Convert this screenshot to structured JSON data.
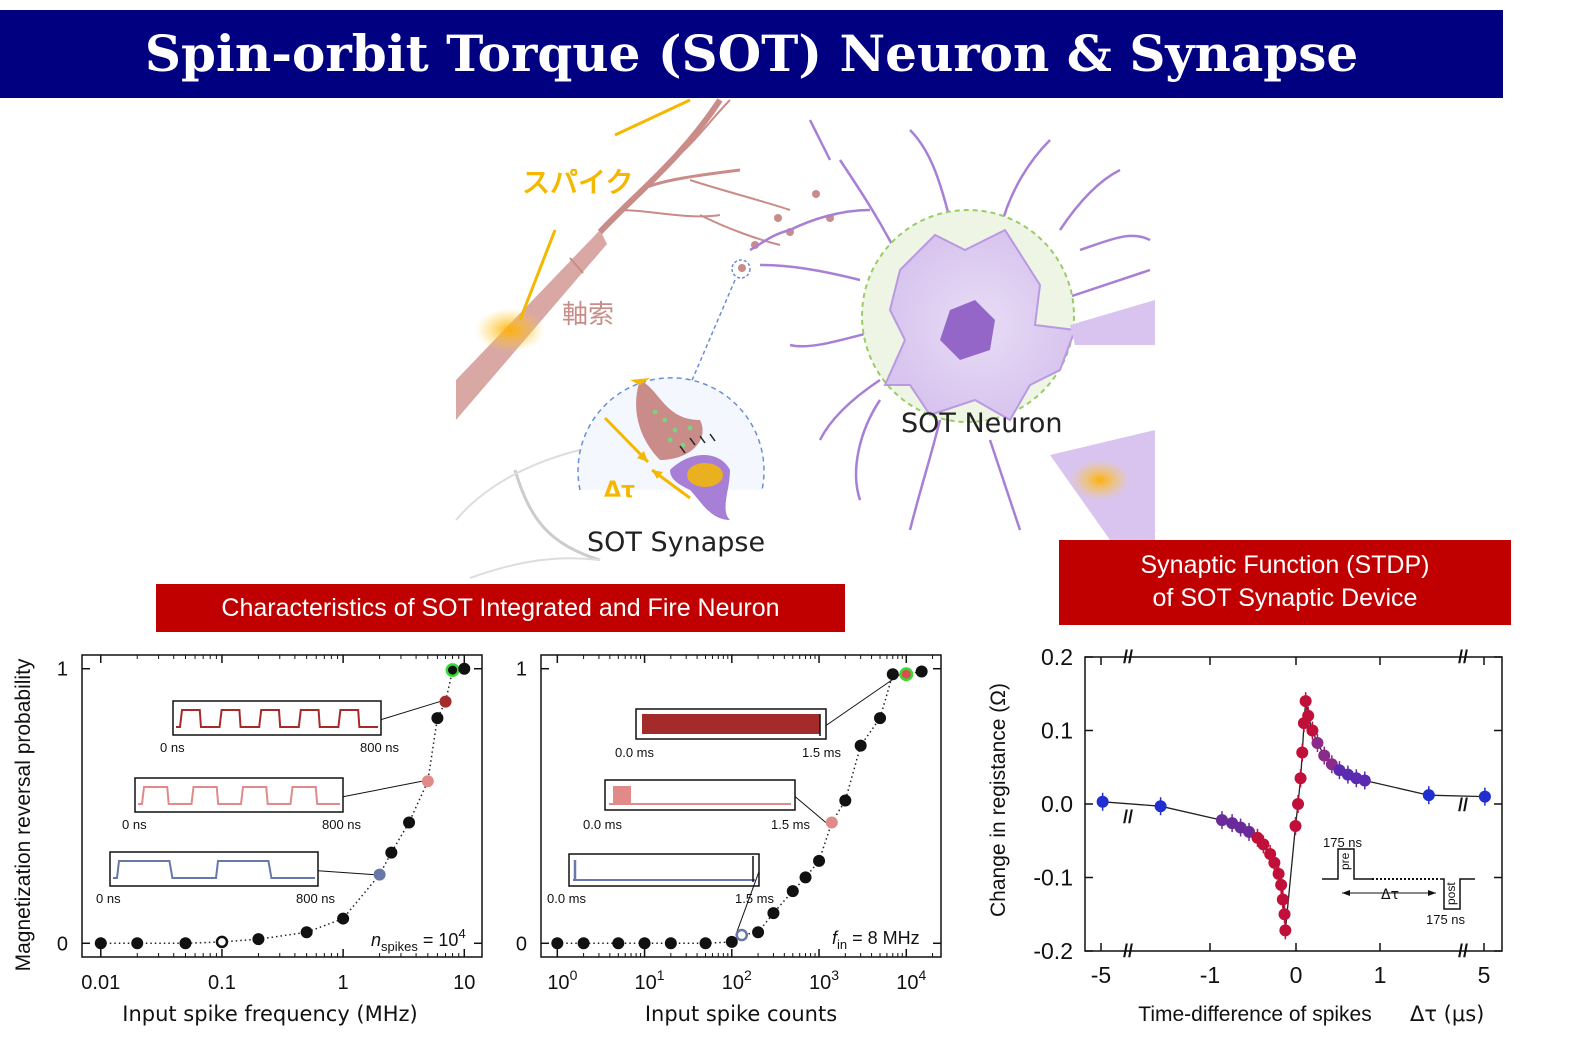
{
  "banner": {
    "title": "Spin-orbit Torque (SOT) Neuron & Synapse"
  },
  "illustration": {
    "spike_label": "スパイク",
    "axon_label": "軸索",
    "neuron_label": "SOT Neuron",
    "synapse_label": "SOT Synapse",
    "delta_tau_label": "Δτ"
  },
  "neuron_section": {
    "header": "Characteristics of SOT Integrated and Fire Neuron"
  },
  "synapse_section": {
    "header_line1": "Synaptic Function (STDP)",
    "header_line2": "of SOT Synaptic Device"
  },
  "colors": {
    "banner": "#000080",
    "header_red": "#c00000",
    "accent_orange": "#f5b800",
    "axon_pink": "#c98c88",
    "neuron_purple": "#a87fd6",
    "trace_dark_red": "#a52a2a",
    "trace_pink": "#e08a8a",
    "trace_blue": "#6878a8",
    "stdp_blue": "#1f2fd0",
    "stdp_red": "#c0103a"
  },
  "chart_data": [
    {
      "type": "scatter",
      "title": "",
      "xlabel": "Input spike frequency (MHz)",
      "ylabel": "Magnetization reversal probability",
      "xscale": "log",
      "xlim": [
        0.007,
        14
      ],
      "ylim": [
        -0.05,
        1.05
      ],
      "x_ticks": [
        "0.01",
        "0.1",
        "1",
        "10"
      ],
      "y_ticks": [
        "0",
        "1"
      ],
      "annotation": "= 10",
      "annotation_var": "n",
      "annotation_sub": "spikes",
      "annotation_sup": "4",
      "series": [
        {
          "values": [
            {
              "x": 0.01,
              "y": 0.0
            },
            {
              "x": 0.02,
              "y": 0.0
            },
            {
              "x": 0.05,
              "y": 0.0
            },
            {
              "x": 0.1,
              "y": 0.005,
              "open": true
            },
            {
              "x": 0.2,
              "y": 0.015
            },
            {
              "x": 0.5,
              "y": 0.04
            },
            {
              "x": 1.0,
              "y": 0.09
            },
            {
              "x": 2.0,
              "y": 0.25,
              "color": "#6878a8"
            },
            {
              "x": 2.5,
              "y": 0.33
            },
            {
              "x": 3.5,
              "y": 0.44
            },
            {
              "x": 5.0,
              "y": 0.59,
              "color": "#e08a8a"
            },
            {
              "x": 6.0,
              "y": 0.82
            },
            {
              "x": 7.0,
              "y": 0.88,
              "color": "#a52a2a"
            },
            {
              "x": 8.0,
              "y": 0.995,
              "ring": true
            },
            {
              "x": 10.0,
              "y": 1.0
            }
          ]
        }
      ],
      "insets": [
        {
          "start": "0 ns",
          "end": "800 ns",
          "color": "#a52a2a",
          "cycles": 5
        },
        {
          "start": "0 ns",
          "end": "800 ns",
          "color": "#e08a8a",
          "cycles": 4
        },
        {
          "start": "0 ns",
          "end": "800 ns",
          "color": "#6878a8",
          "cycles": 2
        }
      ]
    },
    {
      "type": "scatter",
      "title": "",
      "xlabel": "Input spike counts",
      "ylabel": "",
      "xscale": "log",
      "xlim": [
        0.65,
        25000
      ],
      "ylim": [
        -0.05,
        1.05
      ],
      "x_ticks": [
        "10^0",
        "10^1",
        "10^2",
        "10^3",
        "10^4"
      ],
      "y_ticks": [
        "0",
        "1"
      ],
      "annotation": "= 8 MHz",
      "annotation_var": "f",
      "annotation_sub": "in",
      "series": [
        {
          "values": [
            {
              "x": 1,
              "y": 0.0
            },
            {
              "x": 2,
              "y": 0.0
            },
            {
              "x": 5,
              "y": 0.0
            },
            {
              "x": 10,
              "y": 0.0
            },
            {
              "x": 20,
              "y": 0.0
            },
            {
              "x": 50,
              "y": 0.0
            },
            {
              "x": 100,
              "y": 0.005
            },
            {
              "x": 130,
              "y": 0.03,
              "open_blue": true
            },
            {
              "x": 200,
              "y": 0.04
            },
            {
              "x": 300,
              "y": 0.11
            },
            {
              "x": 500,
              "y": 0.19
            },
            {
              "x": 700,
              "y": 0.24
            },
            {
              "x": 1000,
              "y": 0.3
            },
            {
              "x": 1400,
              "y": 0.44,
              "color": "#e08a8a"
            },
            {
              "x": 2000,
              "y": 0.52
            },
            {
              "x": 3000,
              "y": 0.72
            },
            {
              "x": 5000,
              "y": 0.82
            },
            {
              "x": 7000,
              "y": 0.98
            },
            {
              "x": 10000,
              "y": 0.98,
              "ring_red": true
            },
            {
              "x": 15000,
              "y": 0.99
            }
          ]
        }
      ],
      "insets": [
        {
          "start": "0.0 ms",
          "end": "1.5 ms",
          "color": "#a52a2a",
          "type": "full"
        },
        {
          "start": "0.0 ms",
          "end": "1.5 ms",
          "color": "#e08a8a",
          "type": "short"
        },
        {
          "start": "0.0 ms",
          "end": "1.5 ms",
          "color": "#6878a8",
          "type": "spike"
        }
      ]
    },
    {
      "type": "scatter",
      "title": "",
      "xlabel": "Time-difference of spikes",
      "xlabel_symbol": "Δτ (μs)",
      "ylabel": "Change in registance (Ω)",
      "xscale": "broken",
      "xlim": [
        -6,
        6
      ],
      "ylim": [
        -0.2,
        0.2
      ],
      "x_ticks": [
        "-5",
        "-1",
        "0",
        "1",
        "5"
      ],
      "y_ticks": [
        "0.2",
        "0.1",
        "0.0",
        "-0.1",
        "-0.2"
      ],
      "series": [
        {
          "values": [
            {
              "x": -5.3,
              "y": 0.003
            },
            {
              "x": -3.0,
              "y": -0.003
            },
            {
              "x": -0.87,
              "y": -0.022
            },
            {
              "x": -0.75,
              "y": -0.026
            },
            {
              "x": -0.65,
              "y": -0.032
            },
            {
              "x": -0.55,
              "y": -0.038
            },
            {
              "x": -0.45,
              "y": -0.046
            },
            {
              "x": -0.38,
              "y": -0.055
            },
            {
              "x": -0.3,
              "y": -0.068
            },
            {
              "x": -0.25,
              "y": -0.08
            },
            {
              "x": -0.2,
              "y": -0.095
            },
            {
              "x": -0.17,
              "y": -0.11
            },
            {
              "x": -0.15,
              "y": -0.13
            },
            {
              "x": -0.13,
              "y": -0.15
            },
            {
              "x": -0.12,
              "y": -0.172
            },
            {
              "x": 0.0,
              "y": -0.03
            },
            {
              "x": 0.03,
              "y": 0.0
            },
            {
              "x": 0.06,
              "y": 0.035
            },
            {
              "x": 0.08,
              "y": 0.07
            },
            {
              "x": 0.1,
              "y": 0.11
            },
            {
              "x": 0.12,
              "y": 0.14
            },
            {
              "x": 0.15,
              "y": 0.12
            },
            {
              "x": 0.2,
              "y": 0.1
            },
            {
              "x": 0.26,
              "y": 0.083
            },
            {
              "x": 0.34,
              "y": 0.066
            },
            {
              "x": 0.43,
              "y": 0.054
            },
            {
              "x": 0.52,
              "y": 0.046
            },
            {
              "x": 0.62,
              "y": 0.04
            },
            {
              "x": 0.72,
              "y": 0.035
            },
            {
              "x": 0.82,
              "y": 0.032
            },
            {
              "x": 3.0,
              "y": 0.012
            },
            {
              "x": 5.3,
              "y": 0.01
            }
          ]
        }
      ],
      "inset": {
        "pre_label": "pre",
        "post_label": "post",
        "width_top": "175 ns",
        "width_bottom": "175 ns",
        "delta": "Δτ"
      }
    }
  ]
}
